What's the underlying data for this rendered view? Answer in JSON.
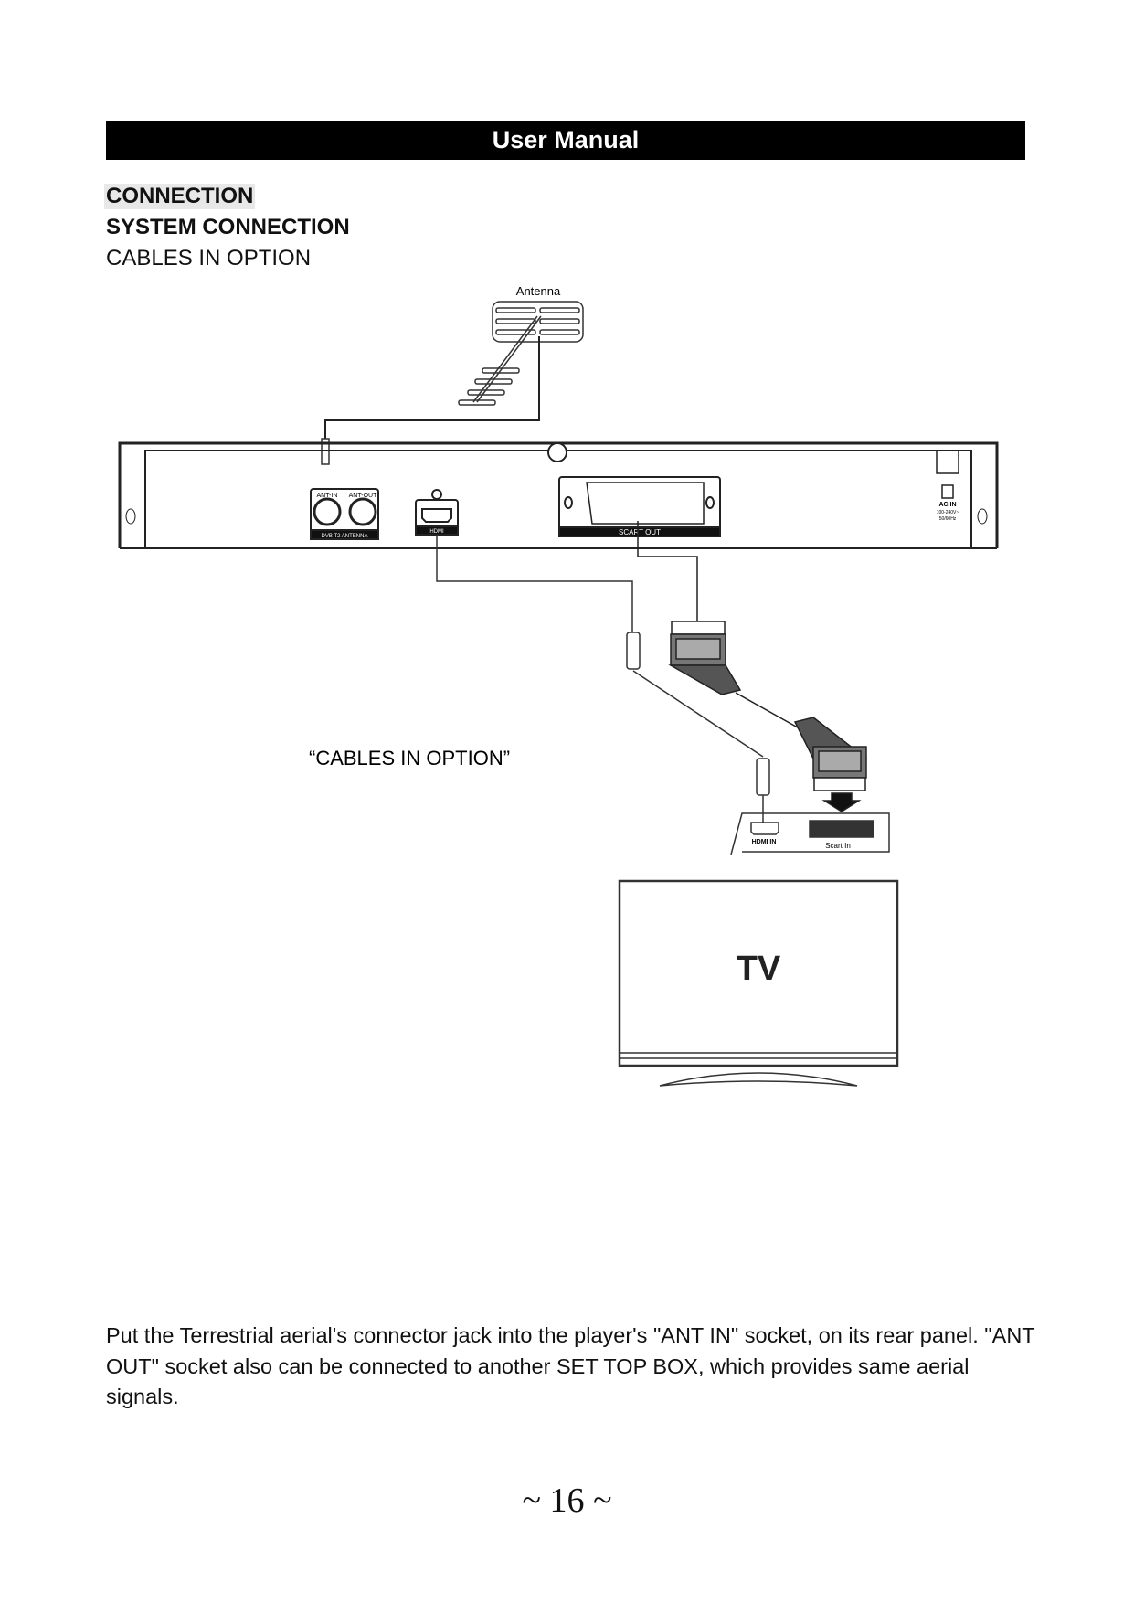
{
  "header": {
    "title": "User Manual"
  },
  "headings": {
    "section": "CONNECTION",
    "subsection": "SYSTEM CONNECTION",
    "note": "CABLES IN OPTION"
  },
  "diagram": {
    "antenna_label": "Antenna",
    "ant_in": "ANT-IN",
    "ant_out": "ANT-OUT",
    "ant_group": "DVB T2 ANTENNA",
    "hdmi": "HDMI",
    "scart_out": "SCART OUT",
    "ac_in": "AC IN",
    "voltage": "100-240V~",
    "freq": "50/60Hz",
    "caption": "“CABLES IN OPTION”",
    "tv_hdmi_in": "HDMI IN",
    "tv_scart_in": "Scart In",
    "tv_label": "TV"
  },
  "body": {
    "paragraph": "Put the Terrestrial aerial's connector jack into the player's \"ANT IN\" socket, on its rear panel. \"ANT OUT\" socket also can be connected to another SET TOP BOX, which provides same aerial signals."
  },
  "footer": {
    "page_number": "~ 16 ~"
  }
}
